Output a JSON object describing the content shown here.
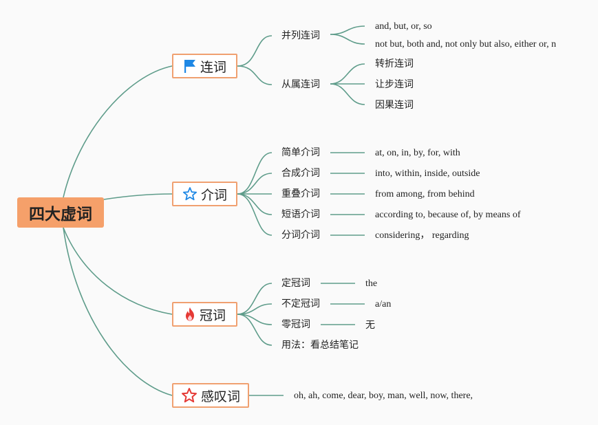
{
  "root": {
    "label": "四大虚词"
  },
  "branches": {
    "conj": {
      "label": "连词",
      "icon": "blue-flag-icon",
      "parallel": {
        "label": "并列连词",
        "examples": [
          "and, but, or, so",
          "not but, both and, not only but also, either or, n"
        ]
      },
      "subordinate": {
        "label": "从属连词",
        "items": [
          "转折连词",
          "让步连词",
          "因果连词"
        ]
      }
    },
    "prep": {
      "label": "介词",
      "icon": "blue-star-outline-icon",
      "items": [
        {
          "label": "简单介词",
          "example": "at, on, in, by, for, with"
        },
        {
          "label": "合成介词",
          "example": "into, within, inside, outside"
        },
        {
          "label": "重叠介词",
          "example": "from among, from behind"
        },
        {
          "label": "短语介词",
          "example": "according to, because of, by means of"
        },
        {
          "label": "分词介词",
          "example": "considering， regarding"
        }
      ]
    },
    "article": {
      "label": "冠词",
      "icon": "red-flame-icon",
      "items": [
        {
          "label": "定冠词",
          "example": "the"
        },
        {
          "label": "不定冠词",
          "example": "a/an"
        },
        {
          "label": "零冠词",
          "example": "无"
        },
        {
          "label": "用法：看总结笔记"
        }
      ]
    },
    "interj": {
      "label": "感叹词",
      "icon": "red-star-outline-icon",
      "example": "oh, ah, come, dear, boy, man, well, now, there,"
    }
  },
  "colors": {
    "connector": "#5e9c8a",
    "root_fill": "#f5a06a",
    "branch_border": "#f0a070",
    "flag": "#1e88e5",
    "flame": "#e53935",
    "star_red": "#e53935",
    "star_blue": "#1e88e5"
  }
}
